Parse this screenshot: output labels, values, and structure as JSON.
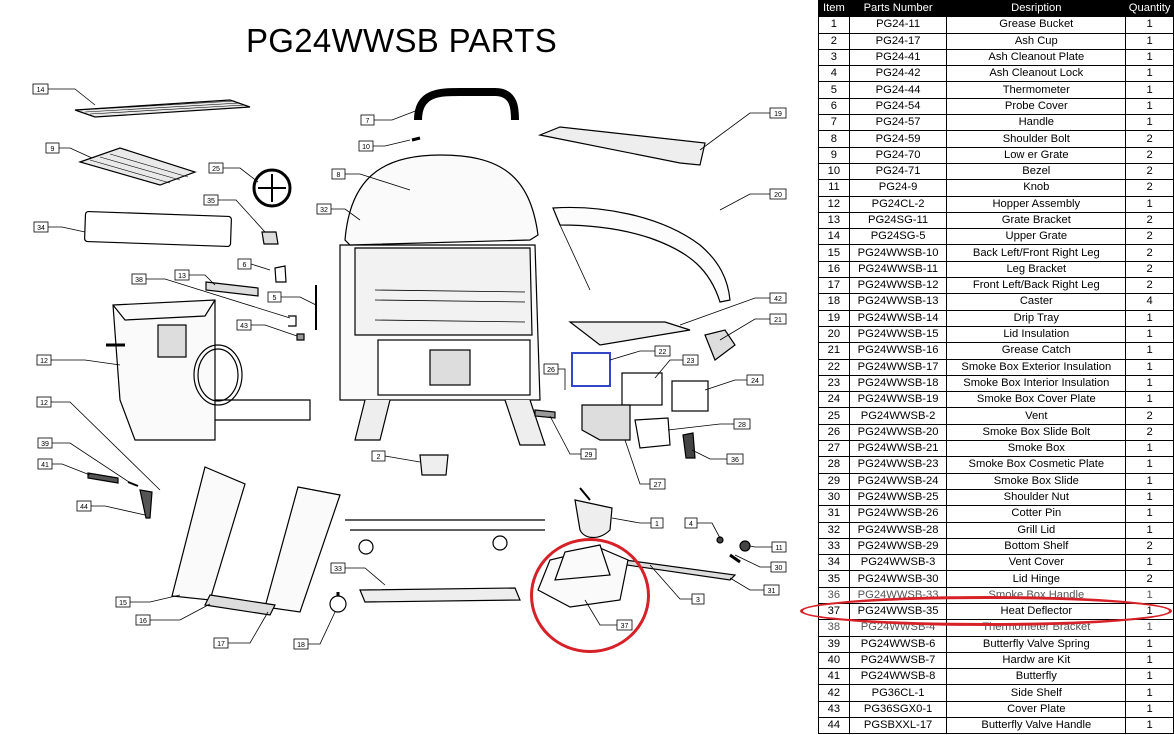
{
  "title": "PG24WWSB PARTS",
  "highlight_color": "#d62128",
  "table": {
    "headers": [
      "Item",
      "Parts Number",
      "Desription",
      "Quantity"
    ],
    "rows": [
      [
        "1",
        "PG24-11",
        "Grease Bucket",
        "1"
      ],
      [
        "2",
        "PG24-17",
        "Ash Cup",
        "1"
      ],
      [
        "3",
        "PG24-41",
        "Ash Cleanout Plate",
        "1"
      ],
      [
        "4",
        "PG24-42",
        "Ash Cleanout Lock",
        "1"
      ],
      [
        "5",
        "PG24-44",
        "Thermometer",
        "1"
      ],
      [
        "6",
        "PG24-54",
        "Probe Cover",
        "1"
      ],
      [
        "7",
        "PG24-57",
        "Handle",
        "1"
      ],
      [
        "8",
        "PG24-59",
        "Shoulder Bolt",
        "2"
      ],
      [
        "9",
        "PG24-70",
        "Low er Grate",
        "2"
      ],
      [
        "10",
        "PG24-71",
        "Bezel",
        "2"
      ],
      [
        "11",
        "PG24-9",
        "Knob",
        "2"
      ],
      [
        "12",
        "PG24CL-2",
        "Hopper Assembly",
        "1"
      ],
      [
        "13",
        "PG24SG-11",
        "Grate Bracket",
        "2"
      ],
      [
        "14",
        "PG24SG-5",
        "Upper Grate",
        "2"
      ],
      [
        "15",
        "PG24WWSB-10",
        "Back Left/Front Right Leg",
        "2"
      ],
      [
        "16",
        "PG24WWSB-11",
        "Leg Bracket",
        "2"
      ],
      [
        "17",
        "PG24WWSB-12",
        "Front Left/Back Right Leg",
        "2"
      ],
      [
        "18",
        "PG24WWSB-13",
        "Caster",
        "4"
      ],
      [
        "19",
        "PG24WWSB-14",
        "Drip Tray",
        "1"
      ],
      [
        "20",
        "PG24WWSB-15",
        "Lid Insulation",
        "1"
      ],
      [
        "21",
        "PG24WWSB-16",
        "Grease Catch",
        "1"
      ],
      [
        "22",
        "PG24WWSB-17",
        "Smoke Box Exterior Insulation",
        "1"
      ],
      [
        "23",
        "PG24WWSB-18",
        "Smoke Box Interior Insulation",
        "1"
      ],
      [
        "24",
        "PG24WWSB-19",
        "Smoke Box Cover Plate",
        "1"
      ],
      [
        "25",
        "PG24WWSB-2",
        "Vent",
        "2"
      ],
      [
        "26",
        "PG24WWSB-20",
        "Smoke Box Slide Bolt",
        "2"
      ],
      [
        "27",
        "PG24WWSB-21",
        "Smoke Box",
        "1"
      ],
      [
        "28",
        "PG24WWSB-23",
        "Smoke Box Cosmetic Plate",
        "1"
      ],
      [
        "29",
        "PG24WWSB-24",
        "Smoke Box Slide",
        "1"
      ],
      [
        "30",
        "PG24WWSB-25",
        "Shoulder Nut",
        "1"
      ],
      [
        "31",
        "PG24WWSB-26",
        "Cotter Pin",
        "1"
      ],
      [
        "32",
        "PG24WWSB-28",
        "Grill Lid",
        "1"
      ],
      [
        "33",
        "PG24WWSB-29",
        "Bottom Shelf",
        "2"
      ],
      [
        "34",
        "PG24WWSB-3",
        "Vent Cover",
        "1"
      ],
      [
        "35",
        "PG24WWSB-30",
        "Lid Hinge",
        "2"
      ],
      [
        "36",
        "PG24WWSB-33",
        "Smoke Box Handle",
        "1"
      ],
      [
        "37",
        "PG24WWSB-35",
        "Heat Deflector",
        "1"
      ],
      [
        "38",
        "PG24WWSB-4",
        "Thermometer Bracket",
        "1"
      ],
      [
        "39",
        "PG24WWSB-6",
        "Butterfly Valve Spring",
        "1"
      ],
      [
        "40",
        "PG24WWSB-7",
        "Hardw are Kit",
        "1"
      ],
      [
        "41",
        "PG24WWSB-8",
        "Butterfly",
        "1"
      ],
      [
        "42",
        "PG36CL-1",
        "Side Shelf",
        "1"
      ],
      [
        "43",
        "PG36SGX0-1",
        "Cover Plate",
        "1"
      ],
      [
        "44",
        "PGSBXXL-17",
        "Butterfly Valve Handle",
        "1"
      ]
    ]
  },
  "callouts": [
    "14",
    "9",
    "25",
    "35",
    "34",
    "6",
    "13",
    "38",
    "5",
    "43",
    "12",
    "12",
    "39",
    "41",
    "44",
    "15",
    "16",
    "17",
    "18",
    "33",
    "2",
    "7",
    "10",
    "8",
    "32",
    "19",
    "20",
    "42",
    "21",
    "22",
    "23",
    "24",
    "26",
    "28",
    "29",
    "27",
    "36",
    "1",
    "4",
    "11",
    "30",
    "31",
    "3",
    "37"
  ]
}
